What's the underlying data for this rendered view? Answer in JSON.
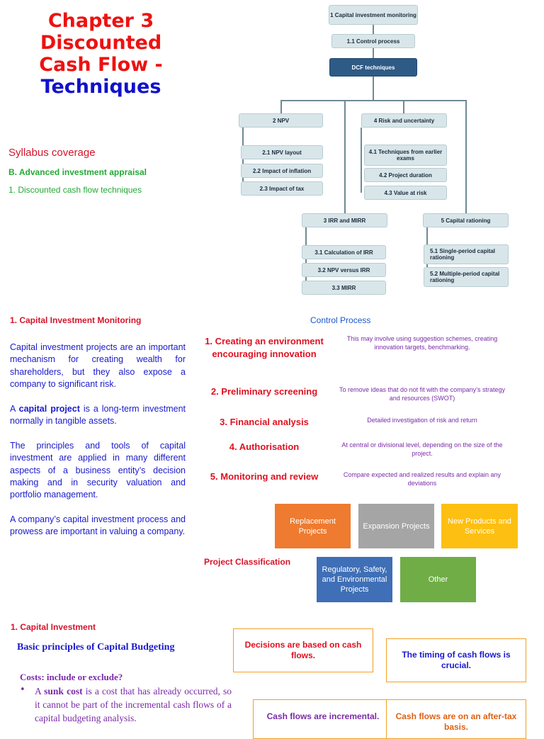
{
  "title": {
    "line1": "Chapter 3",
    "line2": "Discounted",
    "line3": "Cash Flow -",
    "line4": "Techniques"
  },
  "syllabus": {
    "heading": "Syllabus coverage",
    "section": "B. Advanced investment appraisal",
    "item": "1. Discounted cash flow techniques"
  },
  "org_chart": {
    "root": "1 Capital investment monitoring",
    "control": "1.1 Control process",
    "dcf": "DCF techniques",
    "npv": "2 NPV",
    "npv_items": [
      "2.1 NPV layout",
      "2.2 Impact of inflation",
      "2.3 Impact of tax"
    ],
    "risk": "4 Risk and uncertainty",
    "risk_items": [
      "4.1 Techniques from earlier exams",
      "4.2 Project duration",
      "4.3 Value at risk"
    ],
    "irr": "3 IRR and MIRR",
    "irr_items": [
      "3.1 Calculation of IRR",
      "3.2 NPV versus IRR",
      "3.3 MIRR"
    ],
    "rationing": "5 Capital rationing",
    "rationing_items": [
      "5.1 Single-period capital rationing",
      "5.2 Multiple-period capital rationing"
    ]
  },
  "monitoring": {
    "heading": "1. Capital Investment Monitoring",
    "p1": "Capital investment projects are an important mechanism for creating wealth for shareholders, but they also expose a company to significant risk.",
    "p2_pre": "A ",
    "p2_bold": "capital project",
    "p2_post": " is a long-term investment normally in tangible assets.",
    "p3": "The principles and tools of capital investment are applied in many different aspects of a business entity’s decision making and in security valuation and portfolio management.",
    "p4": "A company’s capital investment process and prowess are important in valuing a company."
  },
  "control_process": {
    "title": "Control Process",
    "steps": [
      {
        "label": "1. Creating an environment encouraging innovation",
        "desc": "This may involve using suggestion schemes, creating innovation targets, benchmarking."
      },
      {
        "label": "2. Preliminary screening",
        "desc": "To remove ideas that do not fit with the company’s strategy and resources (SWOT)"
      },
      {
        "label": "3. Financial analysis",
        "desc": "Detailed investigation of risk and return"
      },
      {
        "label": "4. Authorisation",
        "desc": "At central or divisional level, depending on the size of the project."
      },
      {
        "label": "5. Monitoring and review",
        "desc": "Compare expected and realized results and explain any deviations"
      }
    ]
  },
  "classification": {
    "label": "Project Classification",
    "boxes": [
      "Replacement Projects",
      "Expansion Projects",
      "New Products and Services",
      "Regulatory, Safety, and Environmental Projects",
      "Other"
    ],
    "colors": [
      "#ee7b30",
      "#a5a5a5",
      "#fdbf11",
      "#3f6fb6",
      "#70ad47"
    ]
  },
  "capital_investment": {
    "heading": "1. Capital Investment",
    "principles": "Basic principles of Capital Budgeting",
    "costs": "Costs: include or exclude?",
    "bullet_marker": "•",
    "bullet_pre": "A ",
    "bullet_bold": "sunk cost",
    "bullet_post": " is a cost that has already occurred, so it cannot be part of the incremental cash flows of a capital budgeting analysis.",
    "boxes": [
      {
        "text": "Decisions are based on cash flows.",
        "color": "#e01020"
      },
      {
        "text": "The timing of cash flows is crucial.",
        "color": "#1a1acc"
      },
      {
        "text": "Cash flows are incremental.",
        "color": "#7a2aa8"
      },
      {
        "text": "Cash flows are on an after-tax basis.",
        "color": "#e06010"
      }
    ]
  }
}
